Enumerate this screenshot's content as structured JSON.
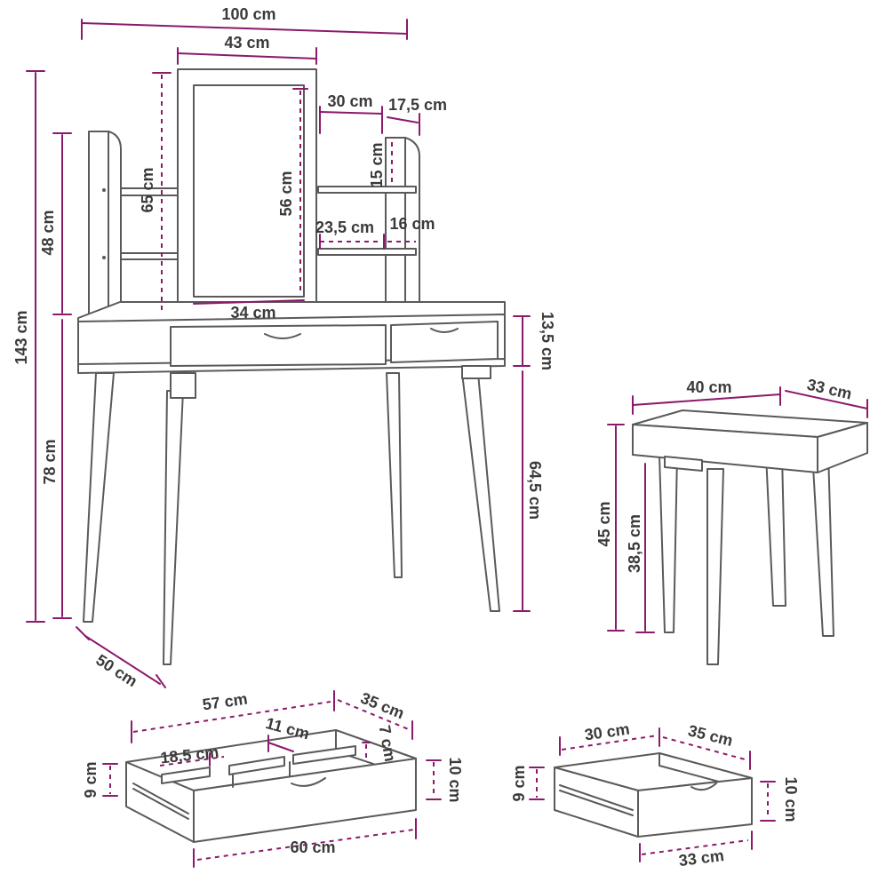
{
  "colors": {
    "dimension": "#8b1a6b",
    "outline": "#5a5a5a",
    "text": "#3a3a3a"
  },
  "dims": {
    "table_width": "100 cm",
    "mirror_width": "43 cm",
    "shelf_width": "30 cm",
    "shelf_depth": "17,5 cm",
    "shelf_gap": "15 cm",
    "mirror_frame_height": "65 cm",
    "mirror_glass_height": "56 cm",
    "top_height": "48 cm",
    "total_height": "143 cm",
    "lower_shelf_width": "23,5 cm",
    "lower_shelf_depth": "16 cm",
    "mirror_glass_width": "34 cm",
    "drawer_height": "13,5 cm",
    "leg_height": "64,5 cm",
    "table_height": "78 cm",
    "table_depth": "50 cm",
    "stool_width": "40 cm",
    "stool_depth": "33 cm",
    "stool_height": "45 cm",
    "stool_leg_height": "38,5 cm",
    "big_drawer_width": "57 cm",
    "big_drawer_depth": "35 cm",
    "big_drawer_divider": "11 cm",
    "big_drawer_comp": "18,5 cm",
    "big_drawer_inner_h": "7 cm",
    "big_drawer_side_h": "9 cm",
    "big_drawer_height": "10 cm",
    "big_drawer_front": "60 cm",
    "small_drawer_width": "30 cm",
    "small_drawer_depth": "35 cm",
    "small_drawer_side_h": "9 cm",
    "small_drawer_height": "10 cm",
    "small_drawer_front": "33 cm"
  }
}
